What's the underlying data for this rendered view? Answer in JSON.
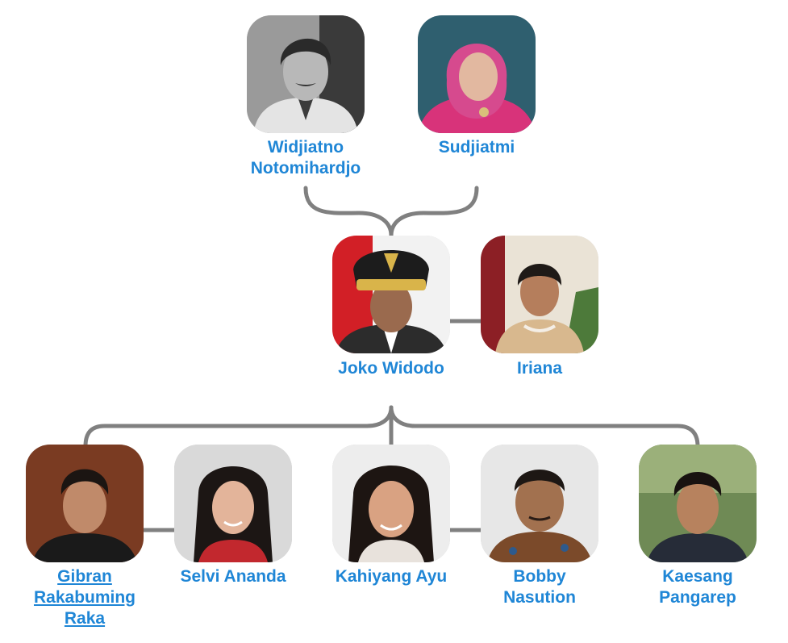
{
  "parents": [
    {
      "id": "father",
      "name": "Widjiatno\nNotomihardjo",
      "linked": false,
      "portrait": "grayscale-man-portrait-icon"
    },
    {
      "id": "mother",
      "name": "Sudjiatmi",
      "linked": false,
      "portrait": "woman-pink-hijab-portrait-icon"
    }
  ],
  "couple": [
    {
      "id": "joko",
      "name": "Joko Widodo",
      "linked": false,
      "portrait": "man-officer-cap-portrait-icon"
    },
    {
      "id": "iriana",
      "name": "Iriana",
      "linked": false,
      "portrait": "woman-portrait-icon"
    }
  ],
  "children": [
    {
      "id": "gibran",
      "name": "Gibran\nRakabuming\nRaka",
      "linked": true,
      "portrait": "young-man-portrait-icon"
    },
    {
      "id": "selvi",
      "name": "Selvi Ananda",
      "linked": false,
      "portrait": "woman-smiling-portrait-icon"
    },
    {
      "id": "kahiyang",
      "name": "Kahiyang Ayu",
      "linked": false,
      "portrait": "woman-smiling-portrait-icon"
    },
    {
      "id": "bobby",
      "name": "Bobby\nNasution",
      "linked": false,
      "portrait": "man-batik-portrait-icon"
    },
    {
      "id": "kaesang",
      "name": "Kaesang\nPangarep",
      "linked": false,
      "portrait": "young-man-portrait-icon"
    }
  ],
  "colors": {
    "name_text": "#1f86d6",
    "connector": "#808080"
  }
}
